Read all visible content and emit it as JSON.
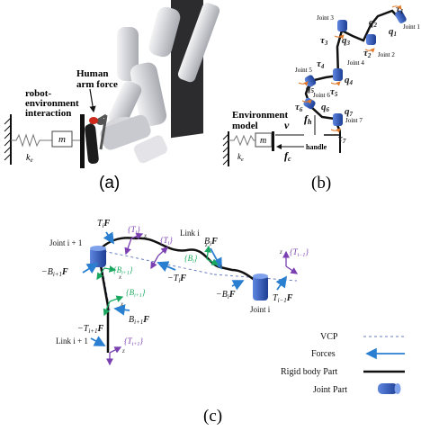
{
  "panels": {
    "a": {
      "caption": "(a)",
      "labels": {
        "robot_env": [
          "robot-",
          "environment",
          "interaction"
        ],
        "human": [
          "Human",
          "arm force"
        ],
        "ke": "k",
        "ke_sub": "e",
        "m": "m"
      }
    },
    "b": {
      "caption": "(b)",
      "joints": {
        "j1": "Joint 1",
        "j2": "Joint 2",
        "j3": "Joint 3",
        "j4": "Joint 4",
        "j5": "Joint 5",
        "j6": "Joint 6",
        "j7": "Joint 7"
      },
      "q": {
        "q1": "q",
        "q1s": "1",
        "q2": "q",
        "q2s": "2",
        "q3": "q",
        "q3s": "3",
        "q4": "q",
        "q4s": "4",
        "q5": "q",
        "q5s": "5",
        "q6": "q",
        "q6s": "6",
        "q7": "q",
        "q7s": "7"
      },
      "tau": {
        "t": "τ",
        "t1": "1",
        "t2": "2",
        "t3": "3",
        "t4": "4",
        "t5": "5",
        "t6": "6",
        "t7": "7"
      },
      "env_model": [
        "Environment",
        "model"
      ],
      "fh": "f",
      "fh_sub": "h",
      "v": "v",
      "fc": "f",
      "fc_sub": "c",
      "handle": "handle",
      "m": "m",
      "ke": "k",
      "ke_sub": "e"
    },
    "c": {
      "caption": "(c)",
      "joint_i1": "Joint i + 1",
      "link_i": "Link i",
      "link_i1": "Link i + 1",
      "joint_i": "Joint i",
      "forces": {
        "Ti_F": "T",
        "Ti_F_sub": "i",
        "Ti_F_F": "F",
        "Bi_F": "B",
        "Bi_F_sub": "i",
        "Bi_F_F": "F",
        "mBi1_F": "−B",
        "mBi1_F_sub": "i+1",
        "mBi1_F_F": "F",
        "mTi_F": "−T",
        "mTi_F_sub": "i",
        "mTi_F_F": "F",
        "mBi_F": "−B",
        "mBi_F_sub": "i",
        "mBi_F_F": "F",
        "Ti1m_F": "T",
        "Ti1m_F_sub": "i−1",
        "Ti1m_F_F": "F",
        "Bi1_F": "B",
        "Bi1_F_sub": "i+1",
        "Bi1_F_F": "F",
        "mTi1_F": "−T",
        "mTi1_F_sub": "i+1",
        "mTi1_F_F": "F"
      },
      "frames": {
        "Ti": "{T",
        "Ti_sub": "i",
        "close": "}",
        "Bi1": "{B",
        "Bi1_sub": "i+1",
        "Bi": "{B",
        "Bi_sub": "i",
        "Ti1m": "{T",
        "Ti1m_sub": "i−1",
        "Ti1": "{T",
        "Ti1_sub": "i+1"
      },
      "axes": {
        "x": "x",
        "z": "z"
      },
      "legend": {
        "vcp": "VCP",
        "forces": "Forces",
        "rigid": "Rigid body Part",
        "joint": "Joint Part"
      }
    }
  },
  "colors": {
    "force": "#2a7fd0",
    "frame_purple": "#7a3fb0",
    "frame_green": "#1aa860",
    "joint_blue": "#2f5fc0",
    "link_black": "#111111",
    "orange_tau": "#e07a2a"
  }
}
